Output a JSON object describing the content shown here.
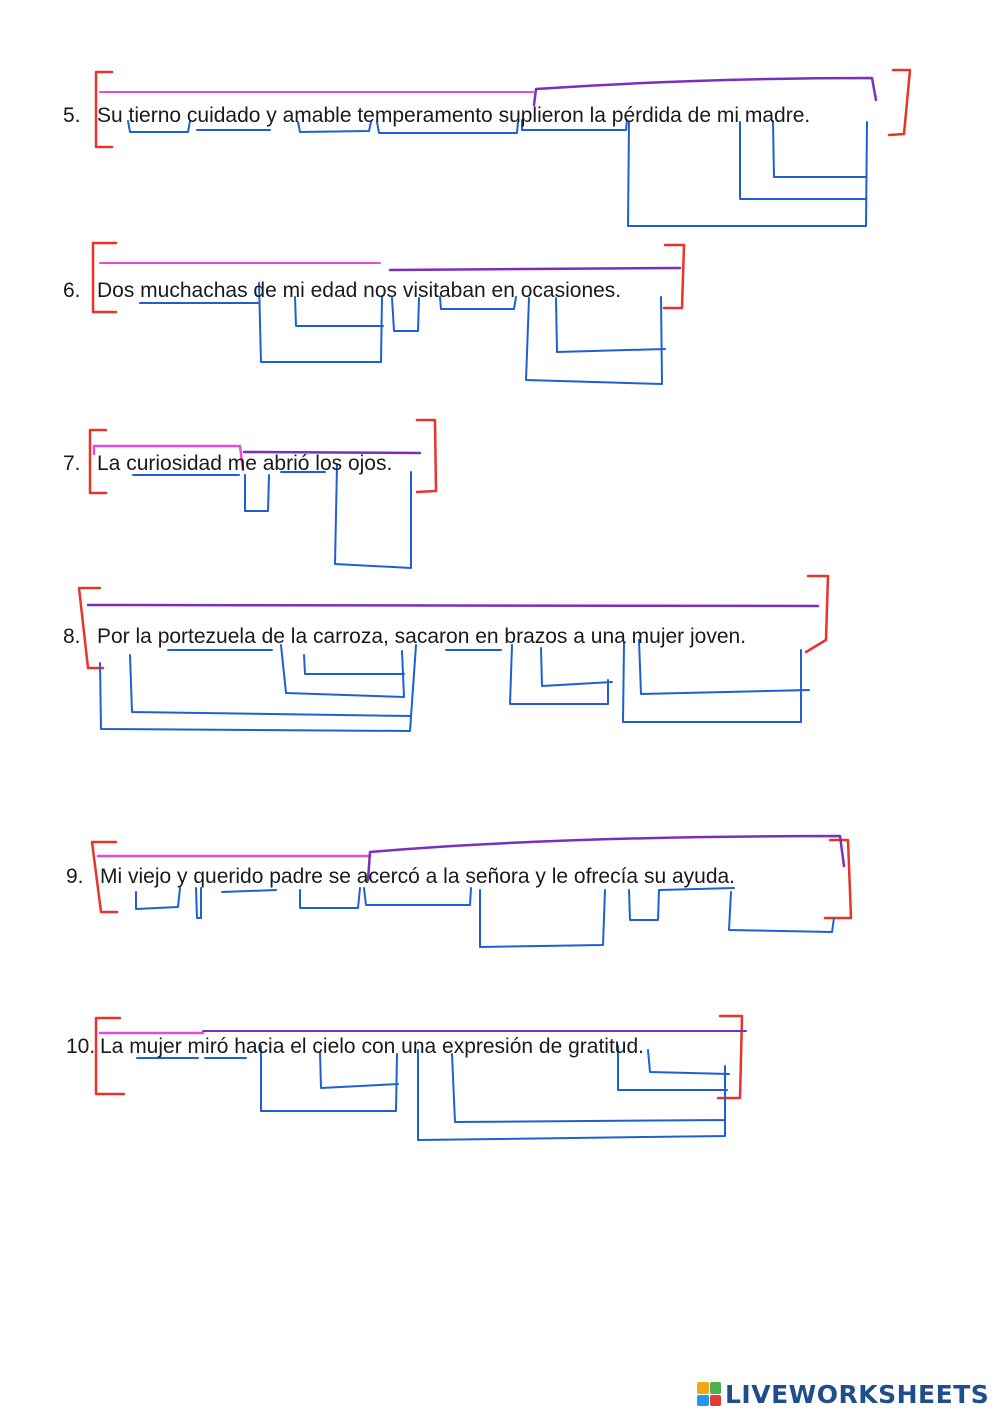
{
  "sentences": [
    {
      "number": "5.",
      "text": "Su tierno cuidado y amable temperamento suplieron la pérdida de mi madre."
    },
    {
      "number": "6.",
      "text": "Dos muchachas de mi edad nos visitaban en ocasiones."
    },
    {
      "number": "7.",
      "text": "La curiosidad me abrió los ojos."
    },
    {
      "number": "8.",
      "text": "Por la portezuela de la carroza, sacaron en brazos a una mujer joven."
    },
    {
      "number": "9.",
      "text": "Mi viejo y querido padre se acercó a la señora y le ofrecía su ayuda."
    },
    {
      "number": "10.",
      "text": "La mujer miró hacia el cielo con una expresión de gratitud."
    }
  ],
  "brand": {
    "name": "LIVEWORKSHEETS",
    "icon": "liveworksheets-logo-icon"
  },
  "colors": {
    "bracket": "#e8342c",
    "subject": "#e64ad9",
    "predicate": "#7b2fbf",
    "analysis": "#1f5fd6",
    "brand": "#1f4e8c"
  }
}
